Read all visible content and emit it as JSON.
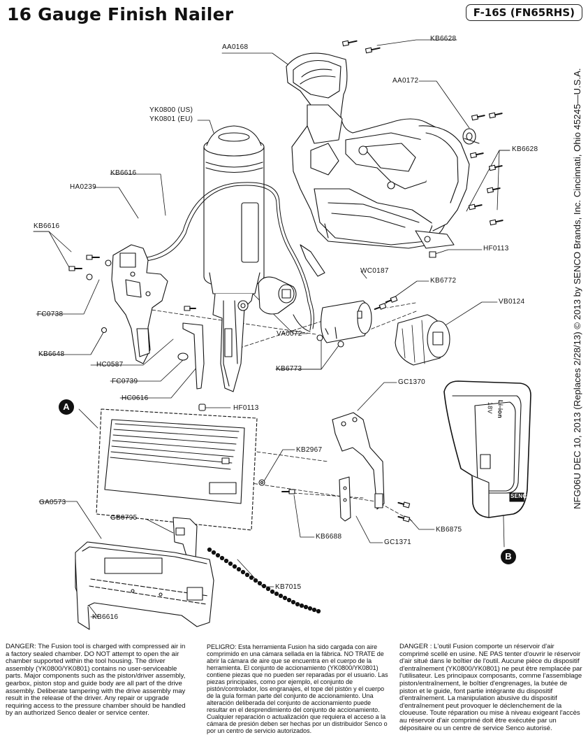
{
  "header": {
    "title": "16 Gauge Finish Nailer",
    "model": "F-16S (FN65RHS)"
  },
  "side_note": "NFG06U DEC 10, 2013 (Replaces 2/28/13) © 2013 by SENCO Brands, Inc. Cincinnati, Ohio 45245—U.S.A.",
  "callouts": {
    "a": "A",
    "b": "B"
  },
  "part_labels": {
    "AA0168": "AA0168",
    "KB6628_top": "KB6628",
    "AA0172": "AA0172",
    "KB6628_right": "KB6628",
    "YK0800": "YK0800 (US)",
    "YK0801": "YK0801 (EU)",
    "KB6616_top": "KB6616",
    "HA0239": "HA0239",
    "KB6616_left": "KB6616",
    "HF0113_top": "HF0113",
    "WC0187": "WC0187",
    "KB6772": "KB6772",
    "VB0124": "VB0124",
    "FC0738": "FC0738",
    "VA0072": "VA0072",
    "KB6648": "KB6648",
    "KB6773": "KB6773",
    "HC0587": "HC0587",
    "FC0739": "FC0739",
    "GC1370": "GC1370",
    "HC0616": "HC0616",
    "HF0113_bottom": "HF0113",
    "KB2967": "KB2967",
    "GA0573": "GA0573",
    "GB0795": "GB0795",
    "KB6688": "KB6688",
    "GC1371": "GC1371",
    "KB6875": "KB6875",
    "KB7015": "KB7015",
    "KB6616_bottom": "KB6616"
  },
  "battery_text": {
    "brand": "SENCO",
    "type": "Li-ion",
    "voltage": "18V"
  },
  "danger": {
    "en": "DANGER: The Fusion tool is charged with compressed air in a factory sealed chamber. DO NOT attempt to open the air chamber supported within the tool housing. The driver assembly (YK0800/YK0801) contains no user-serviceable parts. Major components such as the piston/driver assembly, gearbox, piston stop and guide body are all part of the drive assembly. Deliberate tampering with the drive assembly may result in the release of the driver. Any repair or upgrade requiring access to the pressure chamber should be handled by an authorized Senco dealer or service center.",
    "es": "PELIGRO: Esta herramienta Fusion ha sido cargada con aire comprimido en una cámara sellada en la fábrica. NO TRATE de abrir la cámara de aire que se encuentra en el cuerpo de la herramienta. El conjunto de accionamiento (YK0800/YK0801) contiene piezas que no pueden ser reparadas por el usuario. Las piezas principales, como por ejemplo, el conjunto de pistón/controlador, los engranajes, el tope del pistón y el cuerpo de la guía forman parte del conjunto de accionamiento. Una alteración deliberada del conjunto de accionamiento puede resultar en el desprendimiento del conjunto de accionamiento. Cualquier reparación o actualización que requiera el acceso a la cámara de presión deben ser hechas por un distribuidor Senco o por un centro de servicio autorizados.",
    "fr": "DANGER : L'outil Fusion comporte un réservoir d'air comprimé scellé en usine. NE PAS tenter d'ouvrir le réservoir d'air situé dans le boîtier de l'outil. Aucune pièce du dispositif d'entraînement (YK0800/YK0801) ne peut être remplacée par l'utilisateur. Les principaux composants, comme l'assemblage piston/entraînement, le boîtier d'engrenages, la butée de piston et le guide, font partie intégrante du dispositif d'entraînement. La manipulation abusive du dispositif d'entraînement peut provoquer le déclenchement de la cloueuse. Toute réparation ou mise à niveau exigeant l'accès au réservoir d'air comprimé doit être exécutée par un dépositaire ou un centre de service Senco autorisé."
  }
}
